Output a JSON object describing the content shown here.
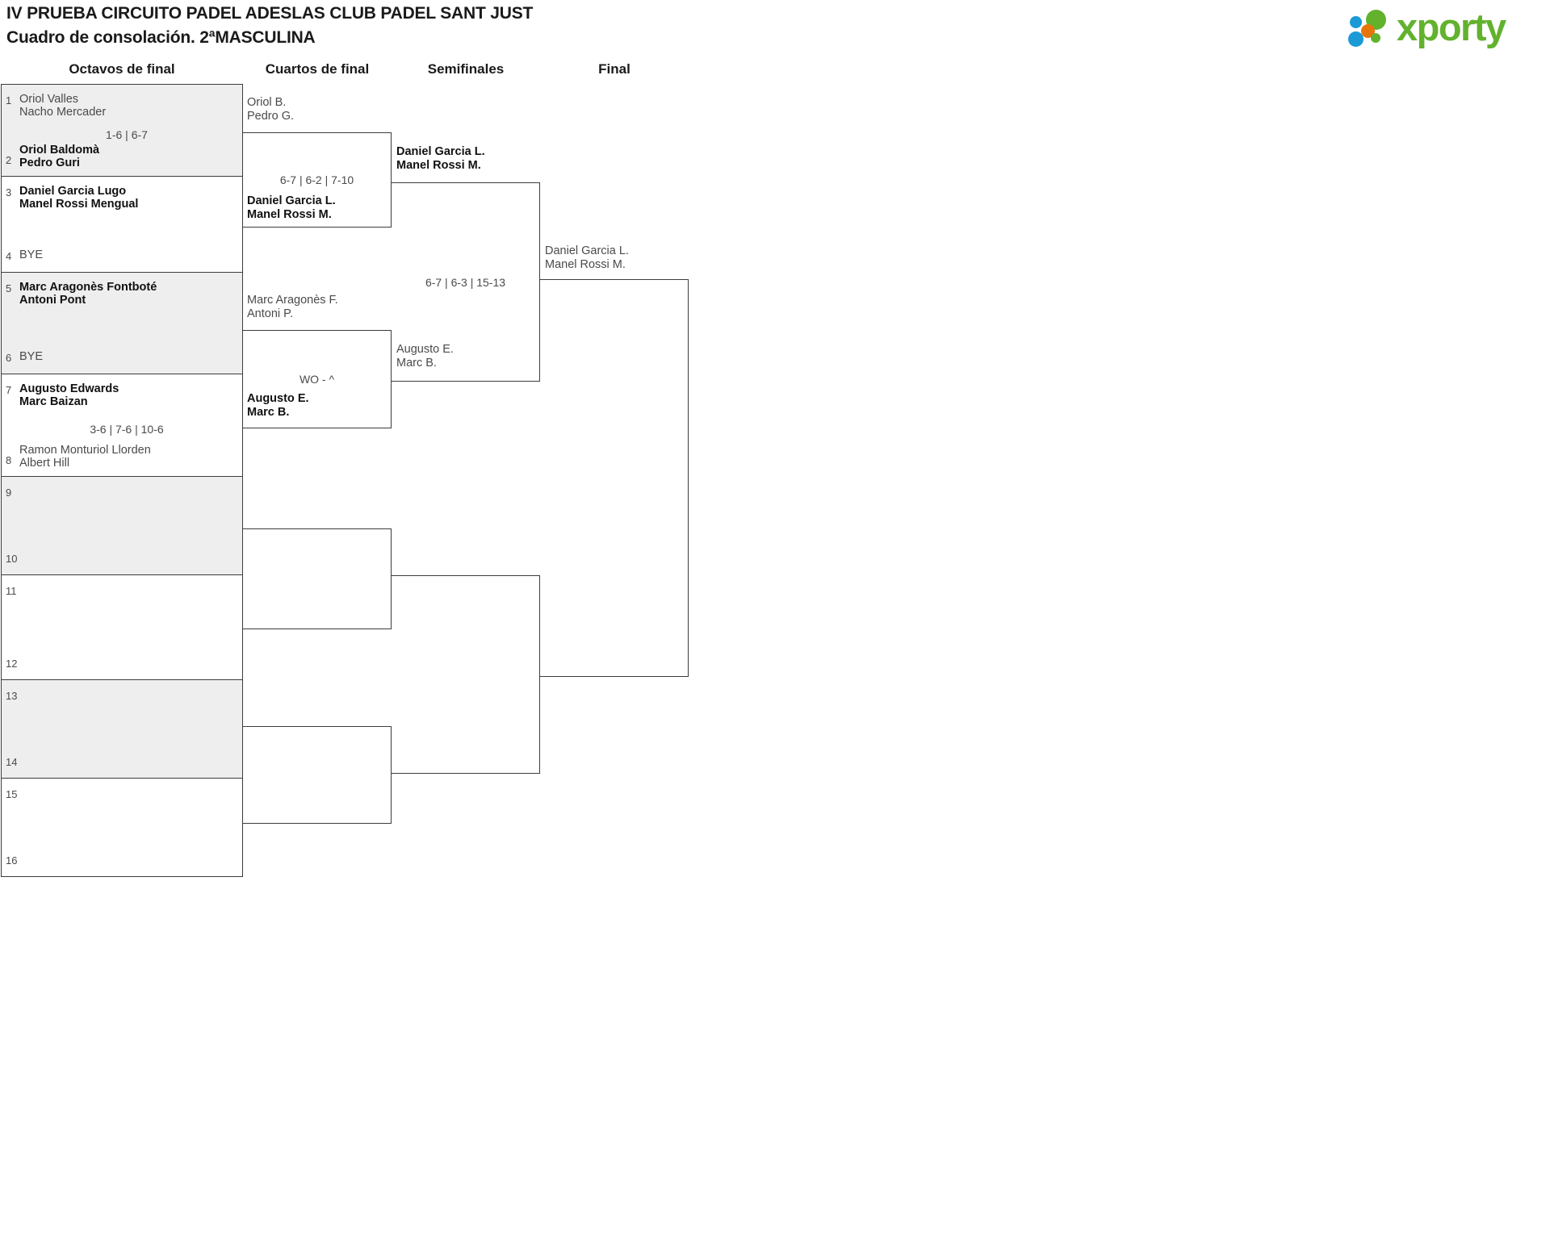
{
  "header": {
    "title_line1": "IV PRUEBA CIRCUITO PADEL ADESLAS CLUB PADEL SANT JUST",
    "title_line2": "Cuadro de consolación. 2ªMASCULINA"
  },
  "logo": {
    "wordmark": "xporty",
    "dot_colors": [
      "#1b9ad6",
      "#62b22e",
      "#e8740c",
      "#1b9ad6",
      "#62b22e"
    ]
  },
  "rounds": [
    {
      "label": "Octavos de final"
    },
    {
      "label": "Cuartos de final"
    },
    {
      "label": "Semifinales"
    },
    {
      "label": "Final"
    }
  ],
  "seeds": [
    {
      "num": "1",
      "line1": "Oriol Valles",
      "line2": "Nacho Mercader",
      "winner": false,
      "bye": false
    },
    {
      "num": "2",
      "line1": "Oriol Baldomà",
      "line2": "Pedro Guri",
      "winner": true,
      "bye": false
    },
    {
      "num": "3",
      "line1": "Daniel Garcia Lugo",
      "line2": "Manel Rossi Mengual",
      "winner": true,
      "bye": false
    },
    {
      "num": "4",
      "line1": "BYE",
      "line2": "",
      "winner": false,
      "bye": true
    },
    {
      "num": "5",
      "line1": "Marc Aragonès Fontboté",
      "line2": "Antoni Pont",
      "winner": true,
      "bye": false
    },
    {
      "num": "6",
      "line1": "BYE",
      "line2": "",
      "winner": false,
      "bye": true
    },
    {
      "num": "7",
      "line1": "Augusto Edwards",
      "line2": "Marc Baizan",
      "winner": true,
      "bye": false
    },
    {
      "num": "8",
      "line1": "Ramon Monturiol Llorden",
      "line2": "Albert Hill",
      "winner": false,
      "bye": false
    },
    {
      "num": "9",
      "line1": "",
      "line2": "",
      "winner": false,
      "bye": false
    },
    {
      "num": "10",
      "line1": "",
      "line2": "",
      "winner": false,
      "bye": false
    },
    {
      "num": "11",
      "line1": "",
      "line2": "",
      "winner": false,
      "bye": false
    },
    {
      "num": "12",
      "line1": "",
      "line2": "",
      "winner": false,
      "bye": false
    },
    {
      "num": "13",
      "line1": "",
      "line2": "",
      "winner": false,
      "bye": false
    },
    {
      "num": "14",
      "line1": "",
      "line2": "",
      "winner": false,
      "bye": false
    },
    {
      "num": "15",
      "line1": "",
      "line2": "",
      "winner": false,
      "bye": false
    },
    {
      "num": "16",
      "line1": "",
      "line2": "",
      "winner": false,
      "bye": false
    }
  ],
  "round1_scores": {
    "m1": "1-6 | 6-7",
    "m2": "",
    "m3": "",
    "m4": "3-6 | 7-6 | 10-6",
    "m5": "",
    "m6": "",
    "m7": "",
    "m8": ""
  },
  "quarterfinals": {
    "qf1": {
      "top": {
        "line1": "Oriol B.",
        "line2": "Pedro G.",
        "winner": false
      },
      "bottom": {
        "line1": "Daniel Garcia L.",
        "line2": "Manel Rossi M.",
        "winner": true
      },
      "score": "6-7 | 6-2 | 7-10"
    },
    "qf2": {
      "top": {
        "line1": "Marc Aragonès F.",
        "line2": "Antoni P.",
        "winner": false
      },
      "bottom": {
        "line1": "Augusto E.",
        "line2": "Marc B.",
        "winner": true
      },
      "score": "WO - ^"
    },
    "qf3": {
      "top": {
        "line1": "",
        "line2": "",
        "winner": false
      },
      "bottom": {
        "line1": "",
        "line2": "",
        "winner": false
      },
      "score": ""
    },
    "qf4": {
      "top": {
        "line1": "",
        "line2": "",
        "winner": false
      },
      "bottom": {
        "line1": "",
        "line2": "",
        "winner": false
      },
      "score": ""
    }
  },
  "semifinals": {
    "sf1": {
      "top": {
        "line1": "Daniel Garcia L.",
        "line2": "Manel Rossi M.",
        "winner": true
      },
      "bottom": {
        "line1": "Augusto E.",
        "line2": "Marc B.",
        "winner": false
      },
      "score": "6-7 | 6-3 | 15-13"
    },
    "sf2": {
      "top": {
        "line1": "",
        "line2": "",
        "winner": false
      },
      "bottom": {
        "line1": "",
        "line2": "",
        "winner": false
      },
      "score": ""
    }
  },
  "final": {
    "top": {
      "line1": "Daniel Garcia L.",
      "line2": "Manel Rossi M.",
      "winner": false
    },
    "bottom": {
      "line1": "",
      "line2": "",
      "winner": false
    },
    "score": ""
  }
}
